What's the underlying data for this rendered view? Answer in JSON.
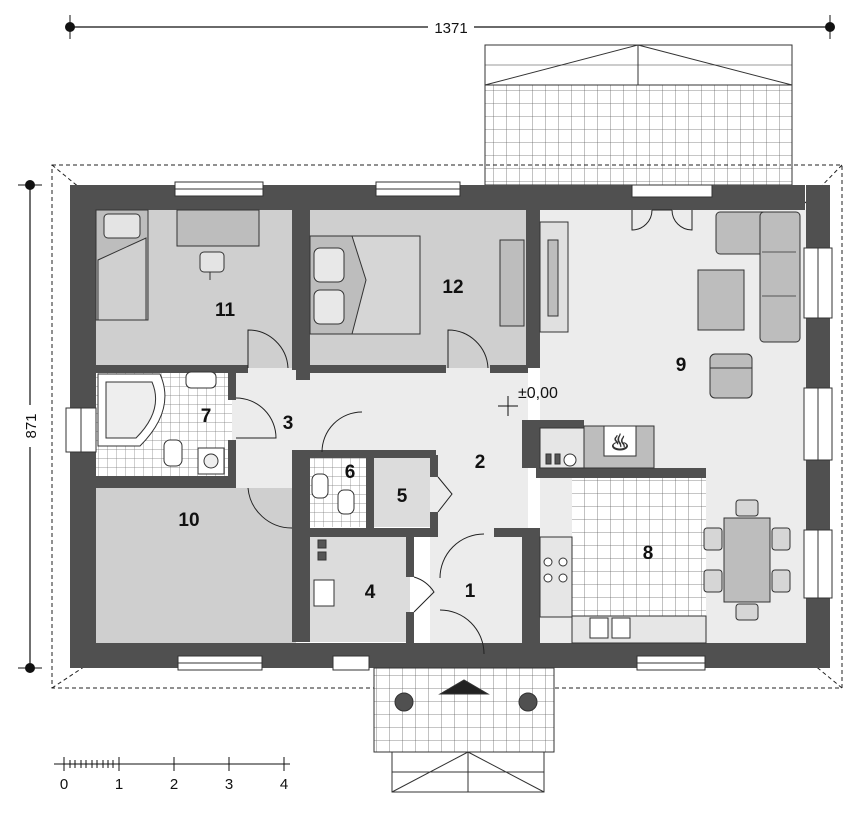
{
  "dimensions": {
    "width": "1371",
    "depth": "871"
  },
  "level_mark": "±0,00",
  "rooms": [
    {
      "number": "1"
    },
    {
      "number": "2"
    },
    {
      "number": "3"
    },
    {
      "number": "4"
    },
    {
      "number": "5"
    },
    {
      "number": "6"
    },
    {
      "number": "7"
    },
    {
      "number": "8"
    },
    {
      "number": "9"
    },
    {
      "number": "10"
    },
    {
      "number": "11"
    },
    {
      "number": "12"
    }
  ],
  "scale_bar": {
    "ticks": [
      "0",
      "1",
      "2",
      "3",
      "4"
    ]
  },
  "colors": {
    "wall": "#505050",
    "room_gray": "#cfcfcf",
    "room_light": "#ececec",
    "furniture": "#bdbdbd",
    "window": "#ffffff"
  }
}
